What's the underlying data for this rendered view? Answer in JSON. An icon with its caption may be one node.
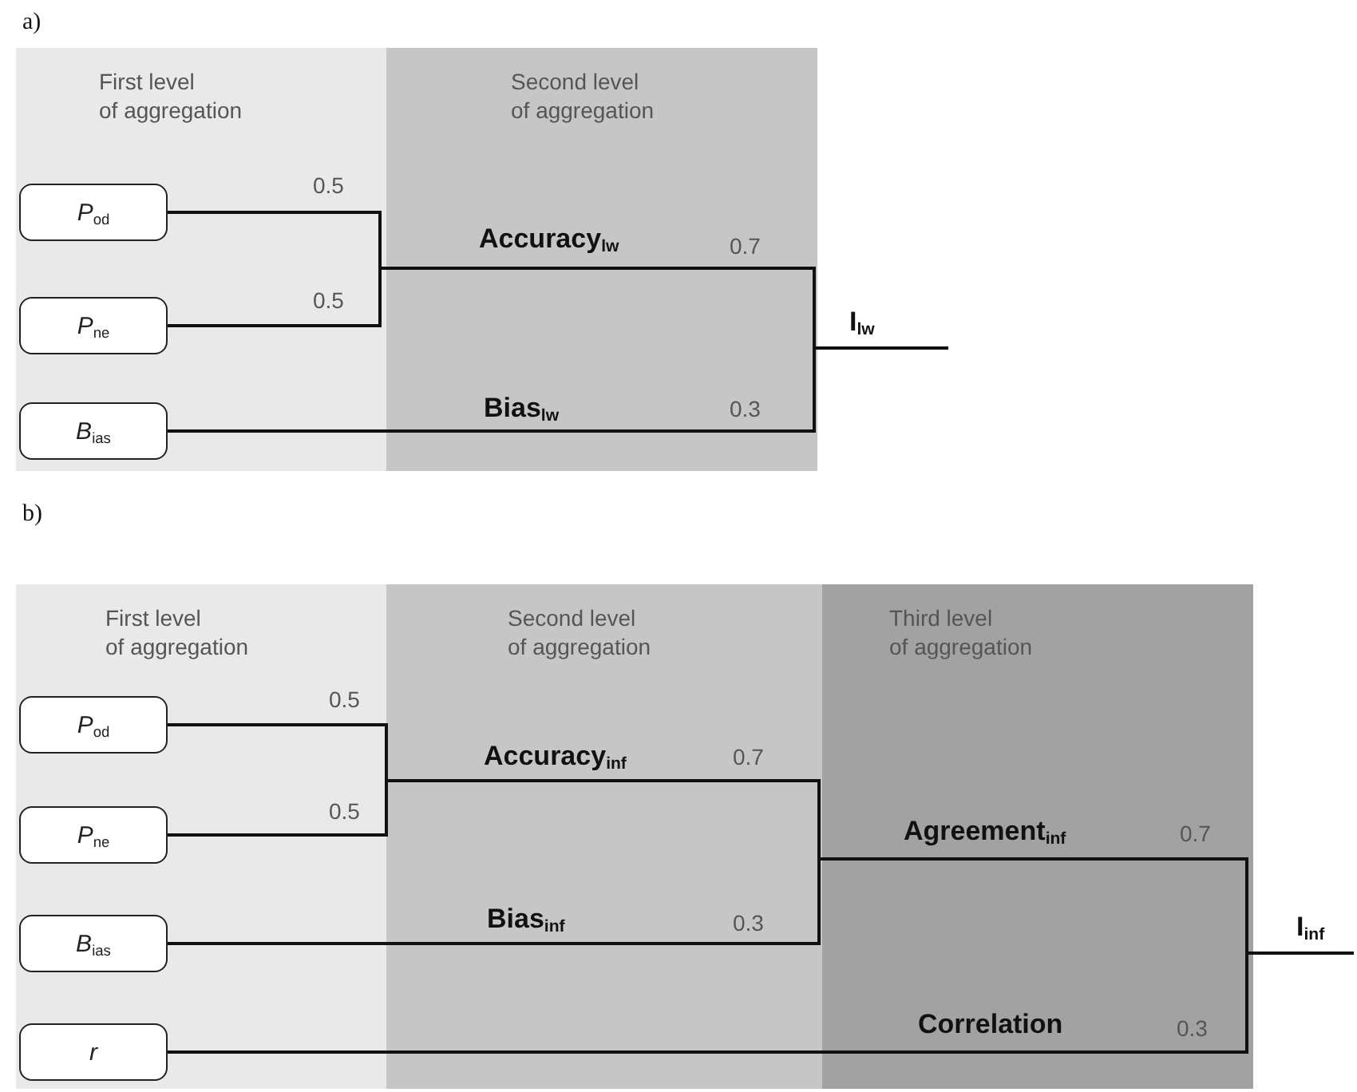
{
  "diagram": {
    "nodes": [
      {
        "text": [
          "*P*$_{od}$"
        ]
      },
      {
        "text": [
          "*P*$_{ne}$"
        ]
      },
      {
        "text": [
          "*B*$_{ias}$"
        ]
      },
      {
        "text": [
          "I$_{lw}$"
        ]
      },
      {
        "text": [
          "*P*$_{od}$"
        ]
      },
      {
        "text": [
          "*P*$_{ne}$"
        ]
      },
      {
        "text": [
          "*B*$_{ias}$"
        ]
      },
      {
        "text": [
          "*r*"
        ]
      },
      {
        "text": [
          "I$_{inf}$"
        ]
      }
    ],
    "edges": [
      {
        "from": 0,
        "to": 3,
        "arrow": "none"
      },
      {
        "from": 1,
        "to": 3,
        "arrow": "none"
      },
      {
        "from": 2,
        "to": 3,
        "arrow": "none"
      },
      {
        "from": 4,
        "to": 8,
        "arrow": "none"
      },
      {
        "from": 5,
        "to": 8,
        "arrow": "none"
      },
      {
        "from": 6,
        "to": 8,
        "arrow": "none"
      },
      {
        "from": 7,
        "to": 8,
        "arrow": "none"
      }
    ],
    "labels": [
      "a)",
      "First level of aggregation",
      "Second level of aggregation",
      "0.5",
      "0.5",
      "Accuracy$_{lw}$",
      "0.7",
      "Bias$_{lw}$",
      "0.3",
      "b)",
      "First level of aggregation",
      "Second level of aggregation",
      "Third level of aggregation",
      "0.5",
      "0.5",
      "Accuracy$_{inf}$",
      "0.7",
      "Bias$_{inf}$",
      "0.3",
      "Agreement$_{inf}$",
      "0.7",
      "Correlation",
      "0.3"
    ]
  }
}
